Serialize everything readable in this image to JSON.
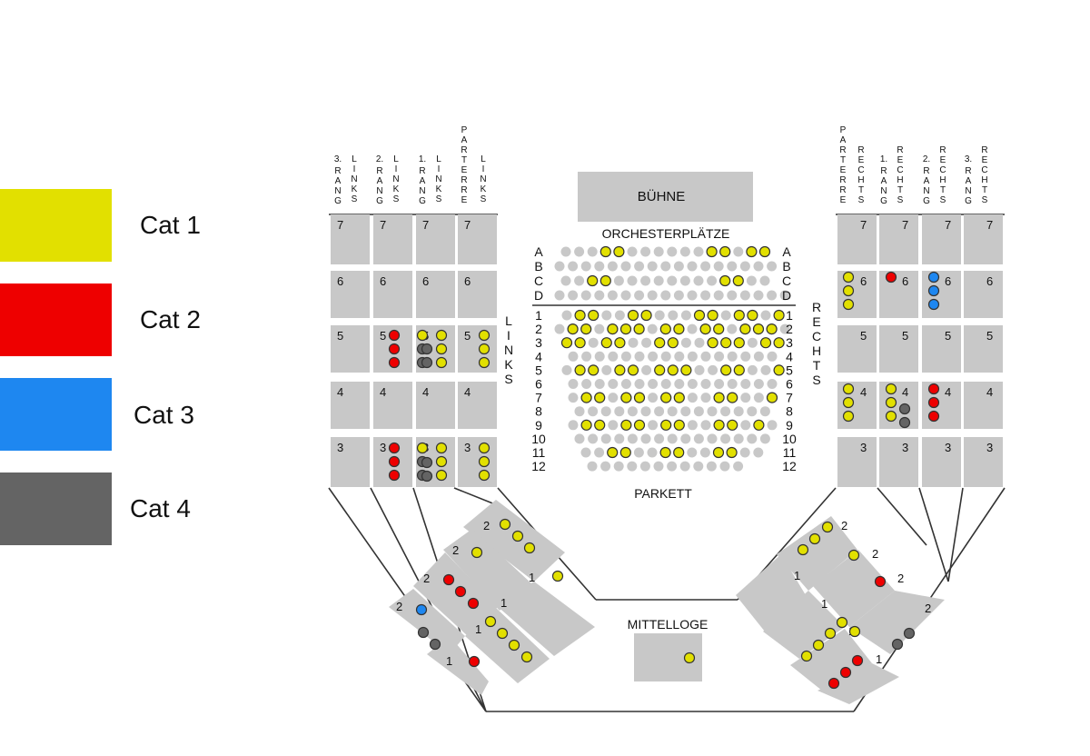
{
  "legend": [
    {
      "label": "Cat 1",
      "color": "#e2e000"
    },
    {
      "label": "Cat 2",
      "color": "#ee0000"
    },
    {
      "label": "Cat 3",
      "color": "#1e87f0"
    },
    {
      "label": "Cat 4",
      "color": "#646464"
    }
  ],
  "colors": {
    "box": "#c8c8c8",
    "seat": "#c8c8c8",
    "line": "#333333",
    "cat1": "#e2e000",
    "cat2": "#ee0000",
    "cat3": "#1e87f0",
    "cat4": "#646464"
  },
  "stage": "BÜHNE",
  "orchestra_label": "ORCHESTERPLÄTZE",
  "orchestra_rows": [
    "A",
    "B",
    "C",
    "D"
  ],
  "parkett_label": "PARKETT",
  "parkett_rows": [
    "1",
    "2",
    "3",
    "4",
    "5",
    "6",
    "7",
    "8",
    "9",
    "10",
    "11",
    "12"
  ],
  "links_label": "LINKS",
  "rechts_label": "RECHTS",
  "mittelloge": "MITTELLOGE",
  "columns_left": [
    "3. RANG LINKS",
    "2. RANG LINKS",
    "1. RANG LINKS",
    "PARTERRE LINKS"
  ],
  "columns_right": [
    "PARTERRE RECHTS",
    "1. RANG RECHTS",
    "2. RANG RECHTS",
    "3. RANG RECHTS"
  ],
  "box_numbers": [
    "7",
    "6",
    "5",
    "4",
    "3"
  ],
  "curve_numbers": [
    "1",
    "2"
  ]
}
